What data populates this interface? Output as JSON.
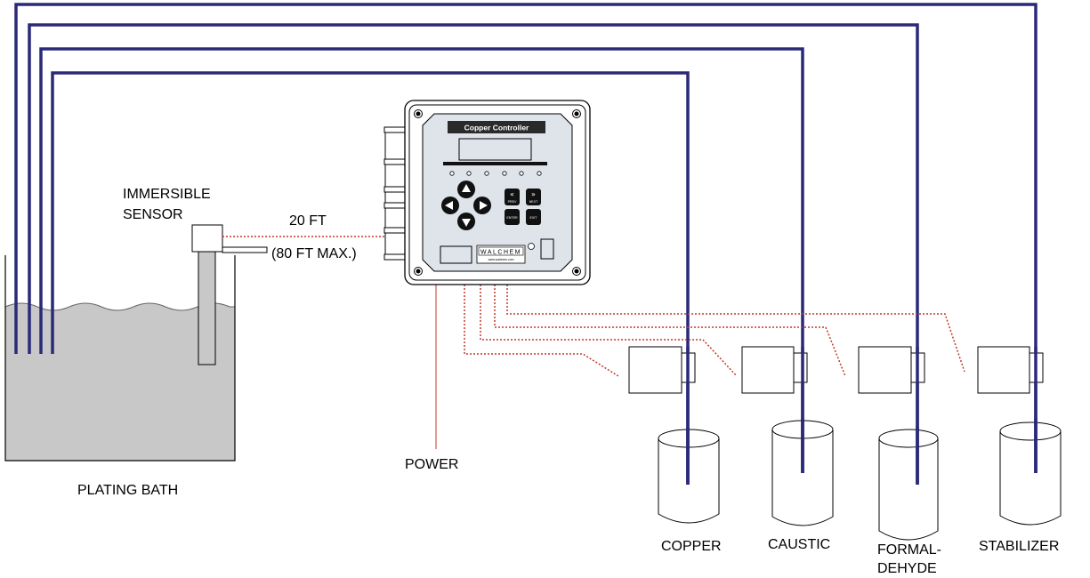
{
  "labels": {
    "sensor_line1": "IMMERSIBLE",
    "sensor_line2": "SENSOR",
    "cable_length": "20 FT",
    "cable_max": "(80 FT MAX.)",
    "bath": "PLATING BATH",
    "power": "POWER"
  },
  "controller": {
    "title": "Copper Controller",
    "brand": "WALCHEM",
    "website": "www.walchem.com",
    "keys": {
      "prev": "PREV",
      "next": "NEXT",
      "enter": "ENTER",
      "exit": "EXIT"
    }
  },
  "tanks": [
    {
      "label": "COPPER"
    },
    {
      "label": "CAUSTIC"
    },
    {
      "label_line1": "FORMAL-",
      "label_line2": "DEHYDE"
    },
    {
      "label": "STABILIZER"
    }
  ],
  "colors": {
    "feed_line": "#2b2a7a",
    "signal_line": "#c0392b",
    "bath_fill": "#c8c8c8",
    "panel_fill": "#dfe3ea",
    "title_bar": "#2a2a2a",
    "key_dark": "#111111"
  }
}
